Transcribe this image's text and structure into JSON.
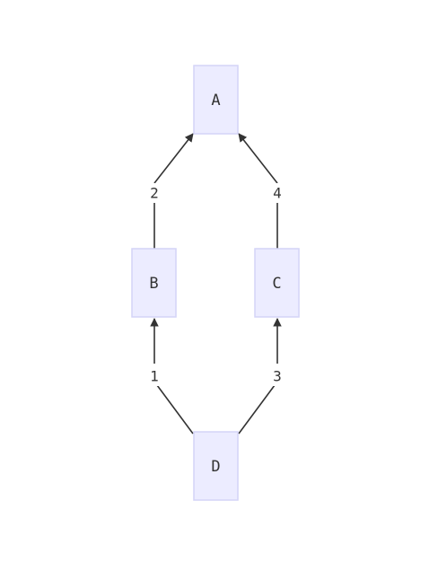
{
  "nodes": {
    "a": "A",
    "b": "B",
    "c": "C",
    "d": "D"
  },
  "edges": [
    {
      "from": "D",
      "to": "B",
      "label": "1"
    },
    {
      "from": "B",
      "to": "A",
      "label": "2"
    },
    {
      "from": "D",
      "to": "C",
      "label": "3"
    },
    {
      "from": "C",
      "to": "A",
      "label": "4"
    }
  ],
  "colors": {
    "node_fill": "#ececff",
    "node_stroke": "#d4d4f7",
    "edge": "#333333"
  }
}
